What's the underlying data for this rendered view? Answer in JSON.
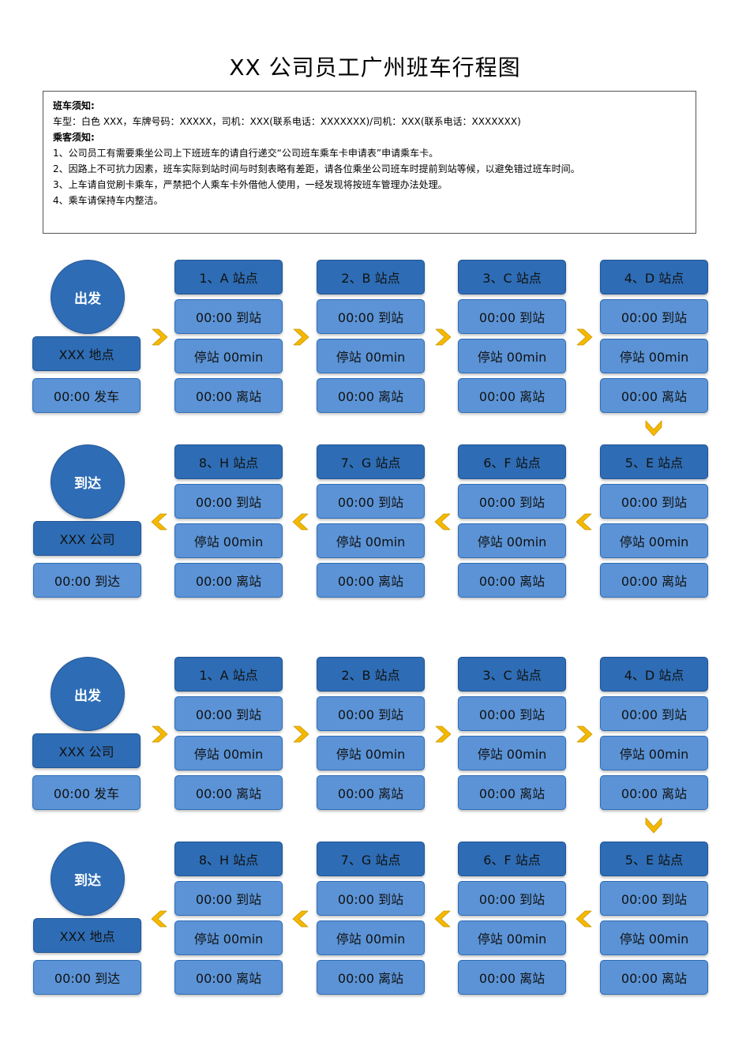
{
  "title": "XX 公司员工广州班车行程图",
  "notice": {
    "bus_heading": "班车须知:",
    "bus_info": "车型：白色 XXX，车牌号码：XXXXX，司机：XXX(联系电话：XXXXXXX)/司机：XXX(联系电话：XXXXXXX)",
    "passenger_heading": "乘客须知:",
    "rules": [
      "1、公司员工有需要乘坐公司上下班班车的请自行递交“公司班车乘车卡申请表”申请乘车卡。",
      "2、因路上不可抗力因素，班车实际到站时间与时刻表略有差距，请各位乘坐公司班车时提前到站等候，以避免错过班车时间。",
      "3、上车请自觉刷卡乘车，严禁把个人乘车卡外借他人使用，一经发现将按班车管理办法处理。",
      "4、乘车请保持车内整洁。"
    ]
  },
  "colors": {
    "dark_blue": "#2e6db5",
    "light_blue": "#5b93d6",
    "arrow_yellow": "#f5b800"
  },
  "arrow_icon": "chevron-icon",
  "routes": [
    {
      "start": {
        "circle": "出发",
        "place": "XXX 地点",
        "time": "00:00 发车"
      },
      "end": {
        "circle": "到达",
        "place": "XXX 公司",
        "time": "00:00 到达"
      },
      "stops": [
        {
          "name": "1、A 站点",
          "arrive": "00:00 到站",
          "stay": "停站 00min",
          "leave": "00:00 离站"
        },
        {
          "name": "2、B 站点",
          "arrive": "00:00 到站",
          "stay": "停站 00min",
          "leave": "00:00 离站"
        },
        {
          "name": "3、C 站点",
          "arrive": "00:00 到站",
          "stay": "停站 00min",
          "leave": "00:00 离站"
        },
        {
          "name": "4、D 站点",
          "arrive": "00:00 到站",
          "stay": "停站 00min",
          "leave": "00:00 离站"
        },
        {
          "name": "5、E 站点",
          "arrive": "00:00 到站",
          "stay": "停站 00min",
          "leave": "00:00 离站"
        },
        {
          "name": "6、F 站点",
          "arrive": "00:00 到站",
          "stay": "停站 00min",
          "leave": "00:00 离站"
        },
        {
          "name": "7、G 站点",
          "arrive": "00:00 到站",
          "stay": "停站 00min",
          "leave": "00:00 离站"
        },
        {
          "name": "8、H 站点",
          "arrive": "00:00 到站",
          "stay": "停站 00min",
          "leave": "00:00 离站"
        }
      ]
    },
    {
      "start": {
        "circle": "出发",
        "place": "XXX 公司",
        "time": "00:00 发车"
      },
      "end": {
        "circle": "到达",
        "place": "XXX 地点",
        "time": "00:00 到达"
      },
      "stops": [
        {
          "name": "1、A 站点",
          "arrive": "00:00 到站",
          "stay": "停站 00min",
          "leave": "00:00 离站"
        },
        {
          "name": "2、B 站点",
          "arrive": "00:00 到站",
          "stay": "停站 00min",
          "leave": "00:00 离站"
        },
        {
          "name": "3、C 站点",
          "arrive": "00:00 到站",
          "stay": "停站 00min",
          "leave": "00:00 离站"
        },
        {
          "name": "4、D 站点",
          "arrive": "00:00 到站",
          "stay": "停站 00min",
          "leave": "00:00 离站"
        },
        {
          "name": "5、E 站点",
          "arrive": "00:00 到站",
          "stay": "停站 00min",
          "leave": "00:00 离站"
        },
        {
          "name": "6、F 站点",
          "arrive": "00:00 到站",
          "stay": "停站 00min",
          "leave": "00:00 离站"
        },
        {
          "name": "7、G 站点",
          "arrive": "00:00 到站",
          "stay": "停站 00min",
          "leave": "00:00 离站"
        },
        {
          "name": "8、H 站点",
          "arrive": "00:00 到站",
          "stay": "停站 00min",
          "leave": "00:00 离站"
        }
      ]
    }
  ]
}
